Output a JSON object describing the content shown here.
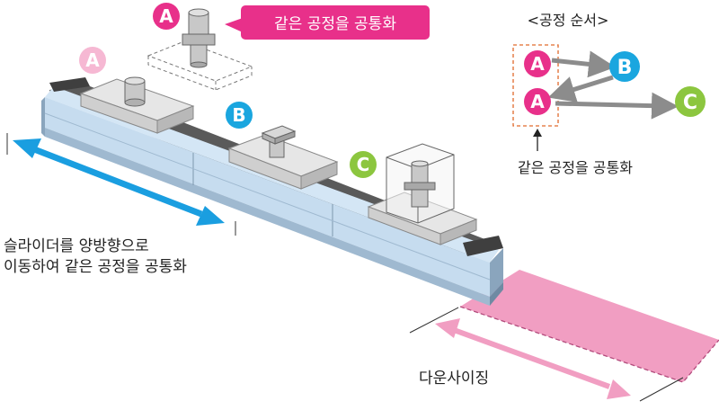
{
  "callout": {
    "text": "같은 공정을 공통화",
    "color": "#e8308a"
  },
  "stations": {
    "a": "A",
    "b": "B",
    "c": "C"
  },
  "station_colors": {
    "a": "#e8308a",
    "a_faded": "#f6b8d3",
    "b": "#1aa6df",
    "c": "#8cc63f"
  },
  "process_order": {
    "title": "<공정 순서>",
    "steps": [
      "A",
      "B",
      "A",
      "C"
    ],
    "caption": "같은 공정을 공통화"
  },
  "slider_note": {
    "line1": "슬라이더를 양방향으로",
    "line2": "이동하여 같은 공정을 공통화"
  },
  "downsizing": {
    "label": "다운사이징",
    "color": "#f19ec2"
  },
  "arrow_colors": {
    "blue": "#1a9ee0",
    "pink": "#f19ec2",
    "gray": "#8c8c8c"
  }
}
